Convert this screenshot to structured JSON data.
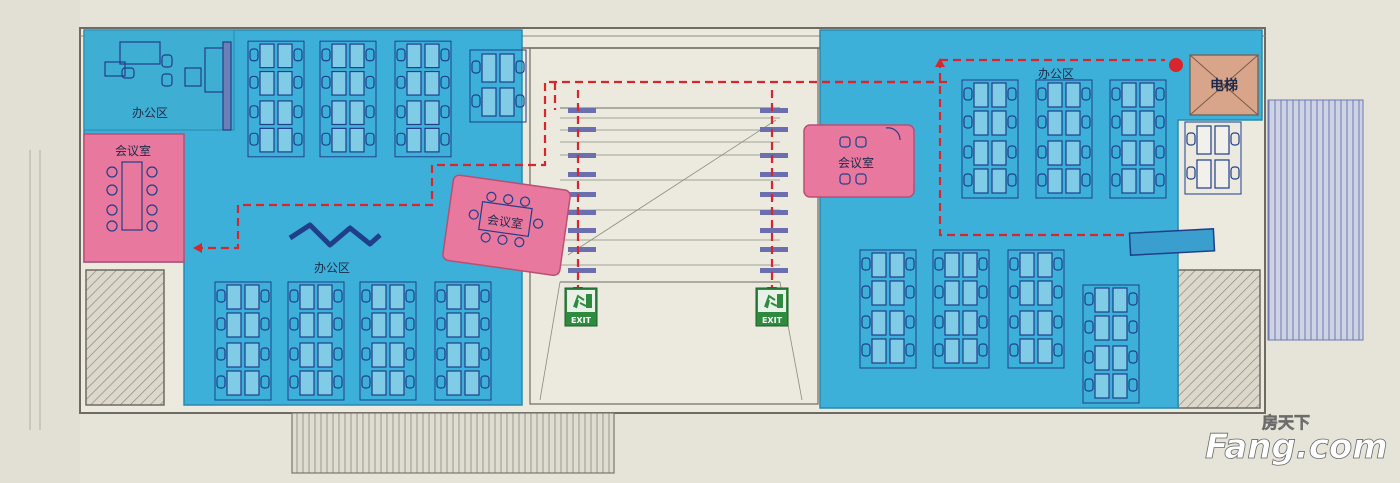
{
  "labels": {
    "office_left_top": "办公区",
    "office_left_bottom": "办公区",
    "office_right": "办公区",
    "meeting_left": "会议室",
    "meeting_center": "会议室",
    "meeting_right": "会议室",
    "elevator": "电梯",
    "exit_left": "EXIT",
    "exit_right": "EXIT"
  },
  "watermark": {
    "text": "Fang.com",
    "sub": "房天下"
  },
  "colors": {
    "office_zone": "#3cb0d8",
    "meeting_room": "#e8789e",
    "evacuation_route": "#d8262c",
    "exit_sign": "#2e8b3e",
    "elevator": "#d9a58a"
  }
}
